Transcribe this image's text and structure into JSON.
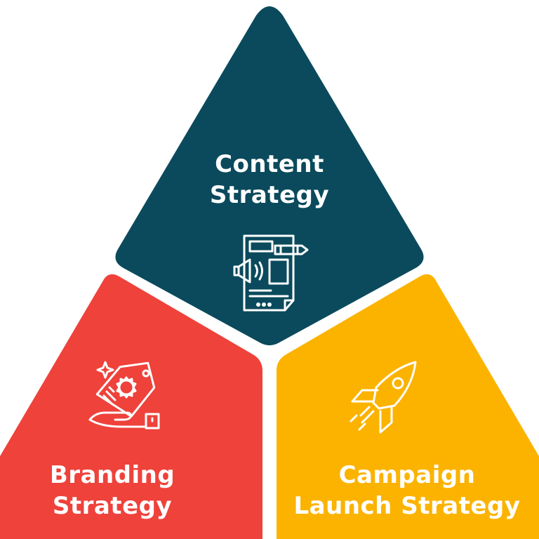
{
  "colors": {
    "content": "#0a4a5c",
    "branding": "#ee423b",
    "campaign": "#fbb300",
    "icon_stroke": "#ffffff"
  },
  "segments": {
    "content": {
      "line1": "Content",
      "line2": "Strategy",
      "icon": "document-megaphone-icon"
    },
    "branding": {
      "line1": "Branding",
      "line2": "Strategy",
      "icon": "price-tag-hand-icon"
    },
    "campaign": {
      "line1": "Campaign",
      "line2": "Launch Strategy",
      "icon": "rocket-icon"
    }
  }
}
